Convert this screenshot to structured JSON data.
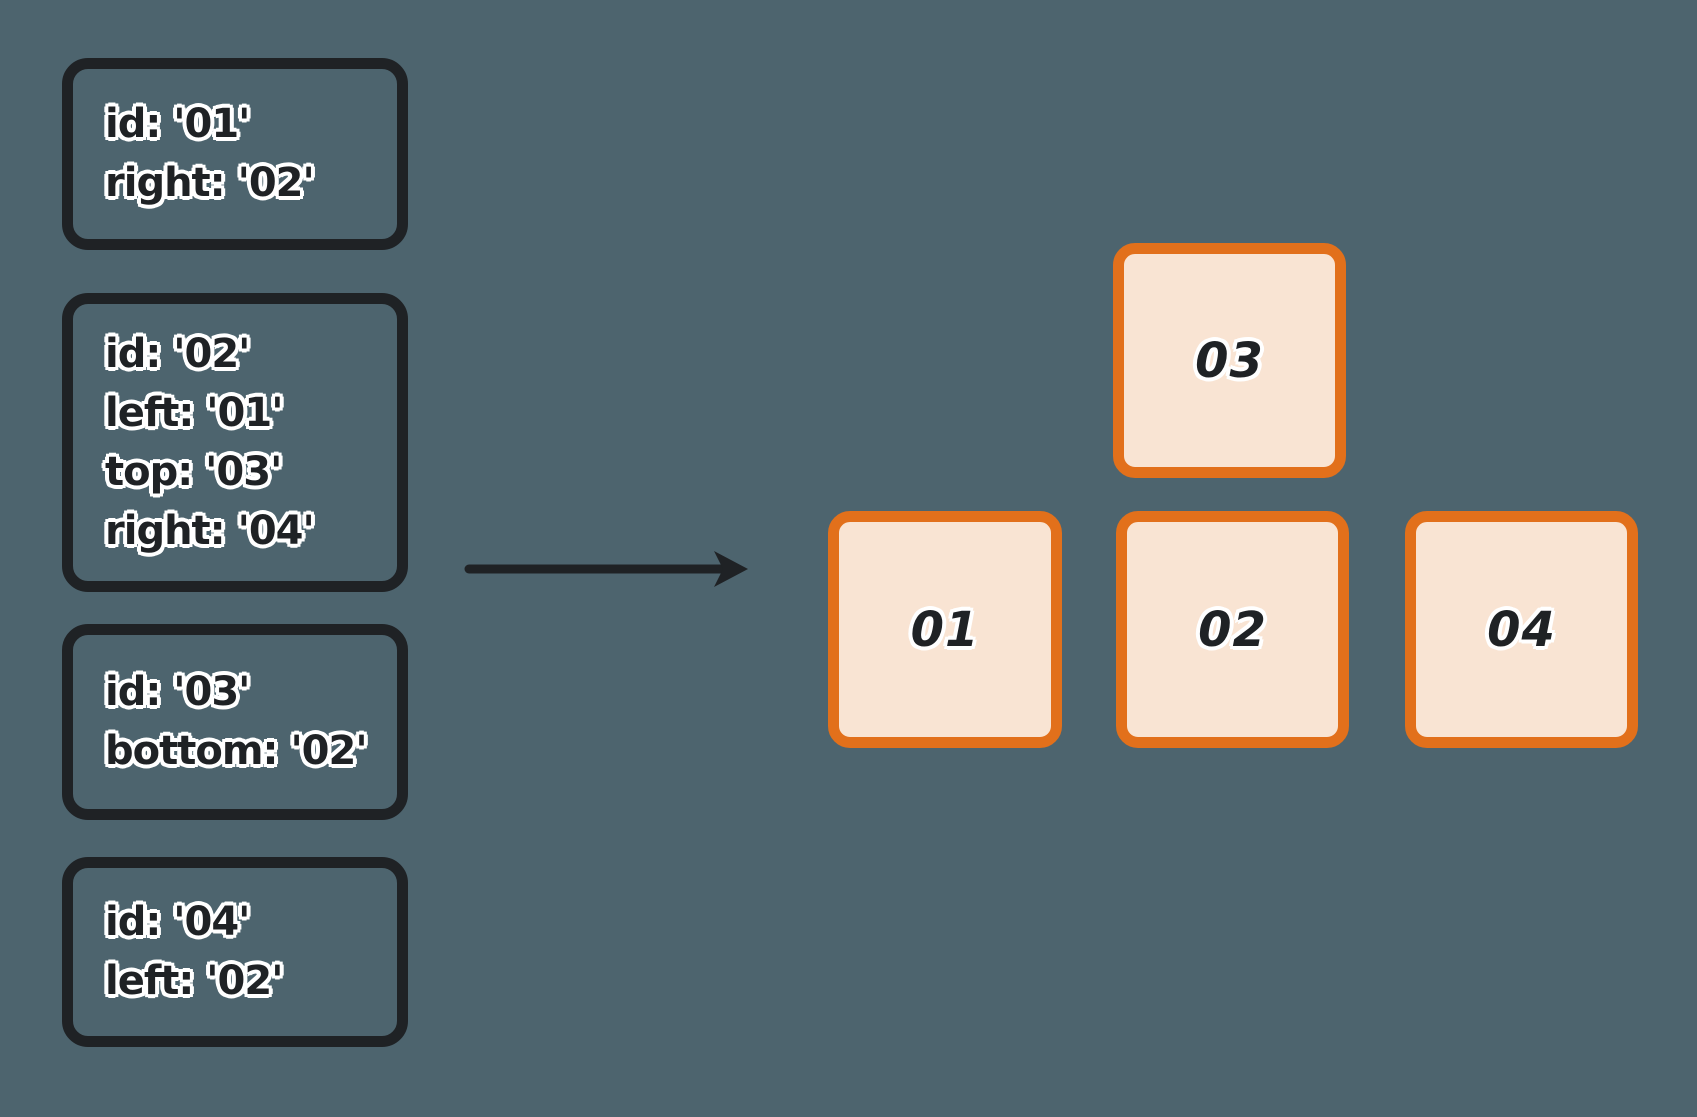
{
  "colors": {
    "background": "#4d646e",
    "node_border": "#1f2225",
    "node_text": "#1f2225",
    "card_border": "#e2701b",
    "card_fill": "#f9e4d3",
    "card_text": "#1f2225",
    "arrow": "#1f2225",
    "text_outline": "#ffffff"
  },
  "icons": {
    "arrow": "right-arrow"
  },
  "source_nodes": [
    {
      "lines": [
        "id: '01'",
        "right: '02'"
      ]
    },
    {
      "lines": [
        "id: '02'",
        "left: '01'",
        "top: '03'",
        "right: '04'"
      ]
    },
    {
      "lines": [
        "id: '03'",
        "bottom: '02'"
      ]
    },
    {
      "lines": [
        "id: '04'",
        "left: '02'"
      ]
    }
  ],
  "result_cards": [
    {
      "label": "03"
    },
    {
      "label": "01"
    },
    {
      "label": "02"
    },
    {
      "label": "04"
    }
  ]
}
